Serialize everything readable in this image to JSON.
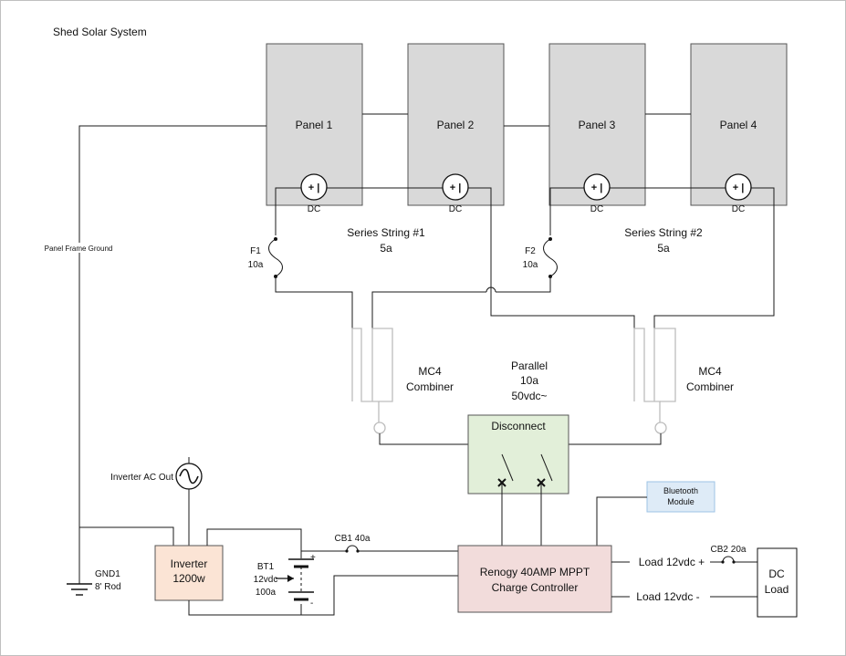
{
  "title": "Shed Solar System",
  "panels": [
    {
      "label": "Panel 1",
      "meter": "DC"
    },
    {
      "label": "Panel 2",
      "meter": "DC"
    },
    {
      "label": "Panel 3",
      "meter": "DC"
    },
    {
      "label": "Panel 4",
      "meter": "DC"
    }
  ],
  "strings": [
    {
      "name": "Series String #1",
      "current": "5a"
    },
    {
      "name": "Series String #2",
      "current": "5a"
    }
  ],
  "fuses": [
    {
      "name": "F1",
      "rating": "10a"
    },
    {
      "name": "F2",
      "rating": "10a"
    }
  ],
  "combiners": [
    {
      "line1": "MC4",
      "line2": "Combiner"
    },
    {
      "line1": "MC4",
      "line2": "Combiner"
    }
  ],
  "parallel": {
    "line1": "Parallel",
    "line2": "10a",
    "line3": "50vdc~"
  },
  "disconnect": {
    "label": "Disconnect"
  },
  "ground_wire": {
    "label": "Panel Frame Ground"
  },
  "ground_rod": {
    "name": "GND1",
    "spec": "8' Rod"
  },
  "inverter_out": {
    "label": "Inverter AC Out"
  },
  "inverter": {
    "line1": "Inverter",
    "line2": "1200w"
  },
  "battery": {
    "name": "BT1",
    "voltage": "12vdc",
    "capacity": "100a",
    "plus": "+",
    "minus": "-"
  },
  "breakers": [
    {
      "label": "CB1 40a"
    },
    {
      "label": "CB2 20a"
    }
  ],
  "bluetooth": {
    "line1": "Bluetooth",
    "line2": "Module"
  },
  "controller": {
    "line1": "Renogy 40AMP MPPT",
    "line2": "Charge Controller"
  },
  "load": {
    "plus": "Load 12vdc +",
    "minus": "Load 12vdc -"
  },
  "dc_load": {
    "line1": "DC",
    "line2": "Load"
  },
  "colors": {
    "panel_fill": "#d9d9d9",
    "disconnect_fill": "#e2efd9",
    "inverter_fill": "#fbe4d5",
    "controller_fill": "#f2dcdb",
    "bluetooth_fill": "#deebf7",
    "combiner_wire": "#bdbdbd"
  }
}
